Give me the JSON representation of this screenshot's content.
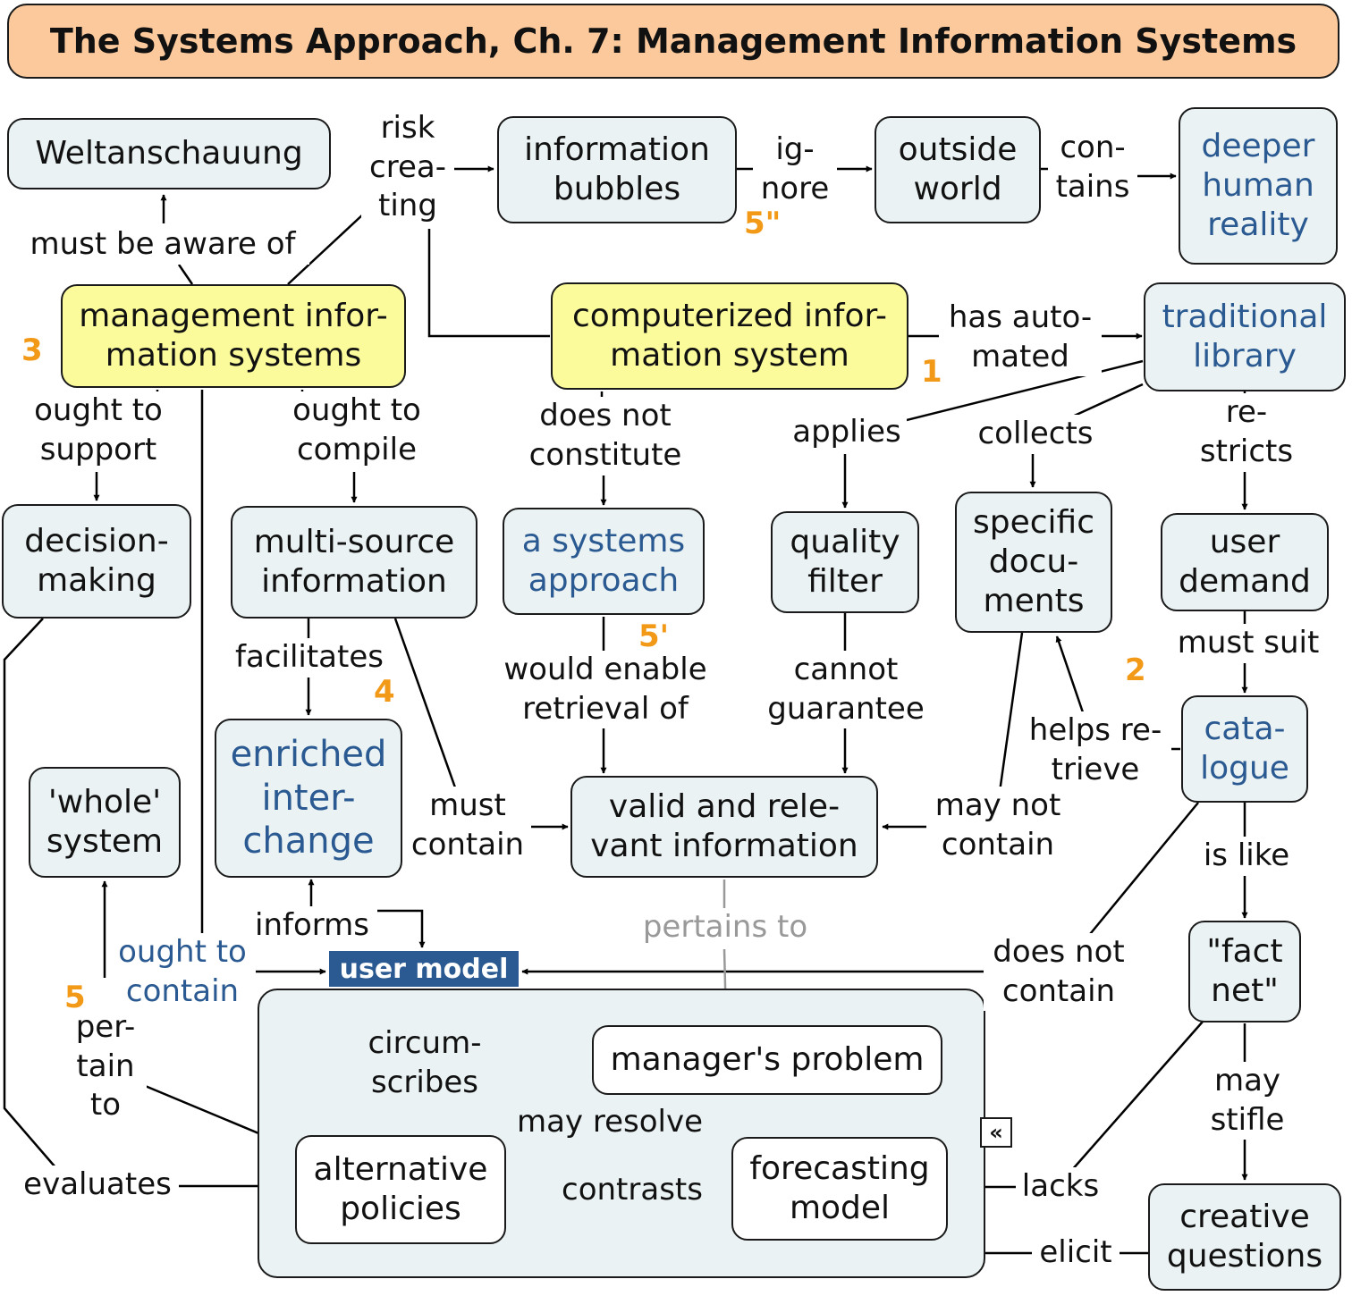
{
  "title": "The Systems Approach, Ch. 7: Management Information Systems",
  "nodes": {
    "weltanschauung": "Weltanschauung",
    "information_bubbles": "information\nbubbles",
    "outside_world": "outside\nworld",
    "deeper_human_reality": "deeper\nhuman\nreality",
    "management_information_systems": "management infor-\nmation systems",
    "computerized_information_system": "computerized infor-\nmation system",
    "traditional_library": "traditional\nlibrary",
    "decision_making": "decision-\nmaking",
    "multi_source_information": "multi-source\ninformation",
    "a_systems_approach": "a systems\napproach",
    "quality_filter": "quality\nfilter",
    "specific_documents": "specific\ndocu-\nments",
    "user_demand": "user\ndemand",
    "enriched_interchange": "enriched\ninter-\nchange",
    "whole_system": "'whole'\nsystem",
    "valid_relevant_information": "valid and rele-\nvant information",
    "catalogue": "cata-\nlogue",
    "fact_net": "\"fact\nnet\"",
    "managers_problem": "manager's problem",
    "alternative_policies": "alternative\npolicies",
    "forecasting_model": "forecasting\nmodel",
    "creative_questions": "creative\nquestions"
  },
  "group": {
    "label": "user model",
    "collapse_icon": "double-chevron-left-icon"
  },
  "links": {
    "risk_creating": "risk\ncrea-\nting",
    "ignore": "ig-\nnore",
    "contains": "con-\ntains",
    "must_be_aware_of": "must be aware of",
    "has_automated": "has auto-\nmated",
    "ought_to_support": "ought to\nsupport",
    "ought_to_compile": "ought to\ncompile",
    "does_not_constitute": "does not\nconstitute",
    "applies": "applies",
    "collects": "collects",
    "restricts": "re-\nstricts",
    "facilitates": "facilitates",
    "would_enable_retrieval_of": "would enable\nretrieval of",
    "cannot_guarantee": "cannot\nguarantee",
    "must_suit": "must suit",
    "helps_retrieve": "helps re-\ntrieve",
    "must_contain": "must\ncontain",
    "may_not_contain": "may not\ncontain",
    "is_like": "is like",
    "informs": "informs",
    "pertains_to_gray": "pertains to",
    "ought_to_contain": "ought to\ncontain",
    "does_not_contain": "does not\ncontain",
    "pertain_to": "per-\ntain\nto",
    "circumscribes": "circum-\nscribes",
    "may_resolve": "may resolve",
    "may_stifle": "may\nstifle",
    "evaluates": "evaluates",
    "contrasts": "contrasts",
    "lacks": "lacks",
    "elicit": "elicit"
  },
  "numbers": {
    "n5pp": "5\"",
    "n3": "3",
    "n1": "1",
    "n5p": "5'",
    "n2": "2",
    "n4": "4",
    "n5": "5"
  },
  "colors": {
    "title_bg": "#fbc99c",
    "yellow_node": "#fcfb9c",
    "node_bg": "#eaf2f3",
    "blue_text": "#2a5a91",
    "number": "#f29a18",
    "gray_link": "#999999"
  }
}
